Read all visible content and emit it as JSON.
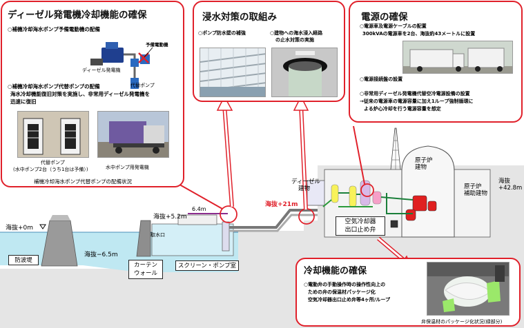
{
  "panels": {
    "diesel": {
      "title": "ディーゼル発電機冷却機能の確保",
      "item1": "○補機冷却海水ポンプ予備電動機の配備",
      "motor_label": "予備電動機",
      "gen_label": "ディーゼル発電機",
      "pump_label": "代替ポンプ",
      "item2": "○補機冷却海水ポンプ代替ポンプの配備",
      "desc1": "海水冷却機能復旧対策を実施し、非常用ディーゼル発電機を",
      "desc2": "迅速に復旧",
      "photo1_cap1": "代替ポンプ",
      "photo1_cap2": "(水中ポンプ2台（うち1台は予備）)",
      "photo2_cap": "水中ポンプ用発電機",
      "footer": "補機冷却海水ポンプ代替ポンプの配備状況"
    },
    "flood": {
      "title": "浸水対策の取組み",
      "item1": "○ポンプ防水壁の補強",
      "item2a": "○建物への海水浸入経路",
      "item2b": "の止水対策の実施"
    },
    "power": {
      "title": "電源の確保",
      "item1": "○電源車及電源ケーブルの配置",
      "item1_desc": "300kVAの電源車を2台、海抜約43メートルに設置",
      "item2": "○電源接続盤の設置",
      "item3": "○非常用ディーゼル発電機代替空冷電源設備の設置",
      "item3_desc1": "→従来の電源車の電源容量に加え1ループ強制循環に",
      "item3_desc2": "よる炉心冷却を行う電源容量を想定"
    },
    "cooling": {
      "title": "冷却機能の確保",
      "item1": "○電動弁の手動操作時の操作性向上の",
      "item1_b": "ための弁の保温材パッケージ化",
      "item1_c": "空気冷却器出口止め弁等4ヶ所/ループ",
      "caption": "弁保温材のパッケージ化状況(緑部分)"
    }
  },
  "diagram": {
    "sea_level_label": "海抜+0m",
    "depth_label": "海抜−6.5m",
    "breakwater_label": "防波堤",
    "curtain_wall_label1": "カーテン",
    "curtain_wall_label2": "ウォール",
    "intake_label": "取水口",
    "screen_pump_label": "スクリーン・ポンプ室",
    "elev_52": "海抜+5.2m",
    "elev_64": "6.4m",
    "elev_21": "海抜+21m",
    "diesel_bldg1": "ディーゼル",
    "diesel_bldg2": "建物",
    "reactor_bldg1": "原子炉",
    "reactor_bldg2": "建物",
    "aux_bldg1": "原子炉",
    "aux_bldg2": "補助建物",
    "elev_428a": "海抜",
    "elev_428b": "+42.8m",
    "air_cooler1": "空気冷却器",
    "air_cooler2": "出口止め弁"
  },
  "colors": {
    "accent": "#e0202a",
    "sea": "#bfe8f2",
    "ground": "#e3e3e3"
  }
}
